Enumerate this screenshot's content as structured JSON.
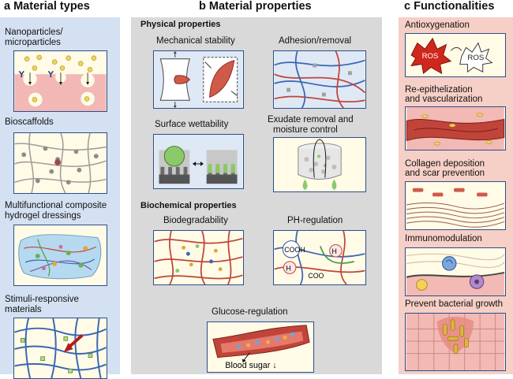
{
  "headers": {
    "a": "a Material types",
    "b": "b Material properties",
    "c": "c Functionalities"
  },
  "material_types": [
    {
      "line1": "Nanoparticles/",
      "line2": "microparticles"
    },
    {
      "line1": "Bioscaffolds",
      "line2": ""
    },
    {
      "line1": "Multifunctional composite",
      "line2": "hydrogel dressings"
    },
    {
      "line1": "Stimuli-responsive",
      "line2": "materials"
    }
  ],
  "physical": {
    "title": "Physical properties",
    "items": {
      "mechanical": "Mechanical stability",
      "adhesion": "Adhesion/removal",
      "wettability": "Surface wettability",
      "exudate1": "Exudate removal and",
      "exudate2": "moisture control"
    }
  },
  "biochemical": {
    "title": "Biochemical properties",
    "items": {
      "biodeg": "Biodegradability",
      "ph": "PH-regulation",
      "glucose": "Glucose-regulation"
    },
    "ph_cooh": "COOH",
    "ph_h": "H",
    "ph_coo": "COO",
    "blood_sugar": "Blood sugar ↓"
  },
  "functionalities": [
    {
      "line1": "Antioxygenation",
      "line2": ""
    },
    {
      "line1": "Re-epithelization",
      "line2": "and vascularization"
    },
    {
      "line1": "Collagen deposition",
      "line2": "and scar prevention"
    },
    {
      "line1": "Immunomodulation",
      "line2": ""
    },
    {
      "line1": "Prevent bacterial growth",
      "line2": ""
    }
  ],
  "ros_label": "ROS",
  "colors": {
    "panel_a": "#d4e1f2",
    "panel_b": "#d9d9d9",
    "panel_c": "#f6cfc6",
    "frame": "#2b4e8c",
    "fiber_blue": "#3a66b3",
    "fiber_red": "#c0443a",
    "cream": "#fffbe6"
  }
}
